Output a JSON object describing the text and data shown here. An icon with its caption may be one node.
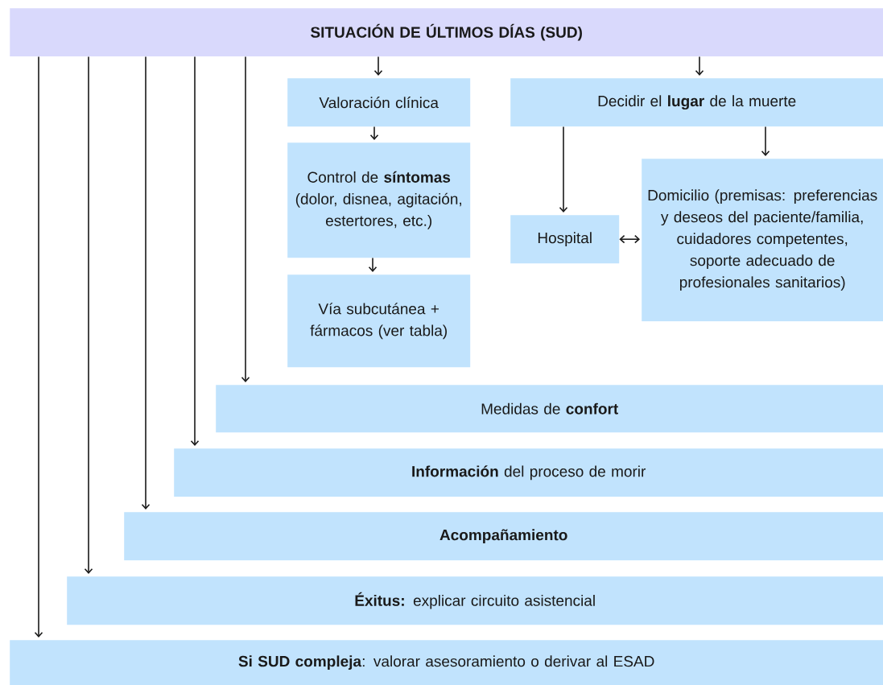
{
  "diagram": {
    "nodes": [
      {
        "text": [
          "SITUACIÓN DE ÚLTIMOS DÍAS (SUD)"
        ]
      },
      {
        "text": [
          "Valoración clínica"
        ]
      },
      {
        "text": [
          "Control de **síntomas** (dolor, disnea, agitación, estertores, etc.)"
        ]
      },
      {
        "text": [
          "Vía subcutánea + fármacos (ver tabla)"
        ]
      },
      {
        "text": [
          "Decidir el **lugar** de la muerte"
        ]
      },
      {
        "text": [
          "Hospital"
        ]
      },
      {
        "text": [
          "Domicilio (premisas: preferencias y deseos del paciente/familia, cuidadores competentes, soporte adecuado de profesionales sanitarios)"
        ]
      },
      {
        "text": [
          "Medidas de **confort**"
        ]
      },
      {
        "text": [
          "**Información** del proceso de morir"
        ]
      },
      {
        "text": [
          "Acompañamiento"
        ]
      },
      {
        "text": [
          "**Éxitus:** explicar circuito asistencial"
        ]
      },
      {
        "text": [
          "**Si SUD compleja**: valorar asesoramiento o derivar al ESAD"
        ]
      }
    ],
    "edges": [
      {
        "from": 0,
        "to": 1,
        "arrow": "to"
      },
      {
        "from": 1,
        "to": 2,
        "arrow": "to"
      },
      {
        "from": 2,
        "to": 3,
        "arrow": "to"
      },
      {
        "from": 0,
        "to": 4,
        "arrow": "to"
      },
      {
        "from": 4,
        "to": 5,
        "arrow": "to"
      },
      {
        "from": 4,
        "to": 6,
        "arrow": "to"
      },
      {
        "from": 5,
        "to": 6,
        "arrow": "both"
      },
      {
        "from": 0,
        "to": 7,
        "arrow": "to"
      },
      {
        "from": 0,
        "to": 8,
        "arrow": "to"
      },
      {
        "from": 0,
        "to": 9,
        "arrow": "to"
      },
      {
        "from": 0,
        "to": 10,
        "arrow": "to"
      },
      {
        "from": 0,
        "to": 11,
        "arrow": "to"
      }
    ]
  }
}
